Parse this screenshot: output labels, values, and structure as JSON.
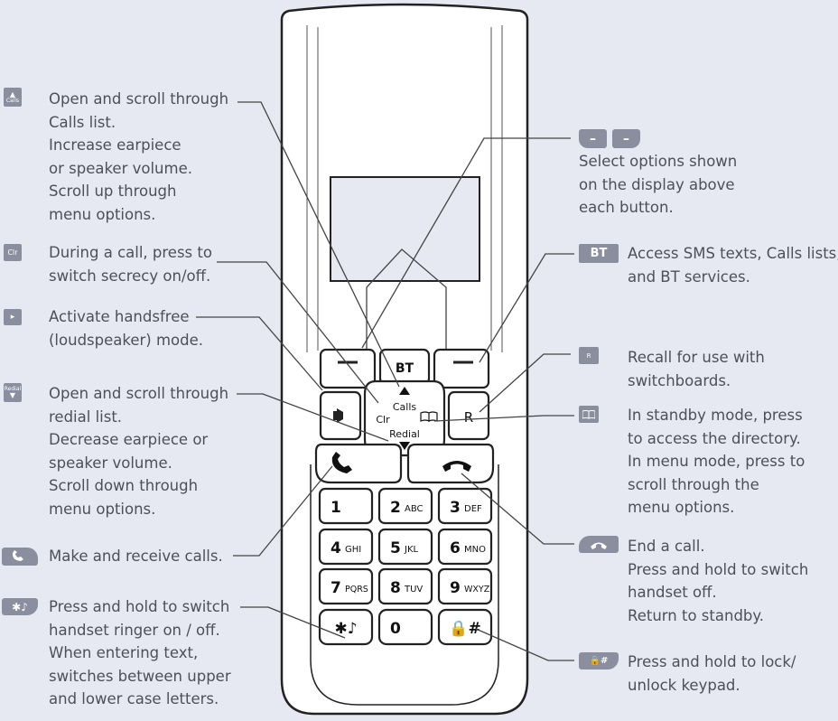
{
  "icons": {
    "calls_up": {
      "arrow": "▲",
      "label": "Calls"
    },
    "clr": "Clr",
    "handsfree": "▸",
    "redial_down": {
      "label": "Redial",
      "arrow": "▼"
    },
    "talk": "phone-icon",
    "star": "✱♪",
    "softkeys": [
      "–",
      "–"
    ],
    "bt": "BT",
    "recall": "R",
    "directory": "book-icon",
    "end": "hangup-icon",
    "lock": "🔒#"
  },
  "left_captions": {
    "calls": [
      "Open and scroll through",
      "Calls list.",
      "Increase earpiece",
      "or speaker volume.",
      "Scroll up through",
      "menu options."
    ],
    "secrecy": [
      "During a call, press to",
      "switch secrecy on/off."
    ],
    "handsfree": [
      "Activate handsfree",
      "(loudspeaker) mode."
    ],
    "redial": [
      "Open and scroll through",
      "redial list.",
      "Decrease earpiece or",
      "speaker volume.",
      "Scroll down through",
      "menu options."
    ],
    "talk": [
      "Make and receive calls."
    ],
    "ringer": [
      "Press and hold to switch",
      "handset ringer on / off.",
      "When entering text,",
      "switches between upper",
      "and lower case letters."
    ]
  },
  "right_captions": {
    "softkeys": [
      "Select options shown",
      "on the display above",
      "each button."
    ],
    "bt": [
      "Access SMS texts, Calls lists,",
      "and BT services."
    ],
    "recall": [
      "Recall for use with",
      "switchboards."
    ],
    "directory": [
      "In standby mode, press",
      "to access the directory.",
      "In menu mode, press to",
      "scroll through the",
      "menu options."
    ],
    "end": [
      "End a call.",
      "Press and hold to switch",
      "handset off.",
      "Return to standby."
    ],
    "lock": [
      "Press and hold to lock/",
      "unlock keypad."
    ]
  },
  "phone": {
    "bt_key": "BT",
    "recall_key": "R",
    "nav_up": "Calls",
    "nav_down": "Redial",
    "nav_left": "Clr",
    "keypad": [
      {
        "digit": "1",
        "letters": ""
      },
      {
        "digit": "2",
        "letters": "ABC"
      },
      {
        "digit": "3",
        "letters": "DEF"
      },
      {
        "digit": "4",
        "letters": "GHI"
      },
      {
        "digit": "5",
        "letters": "JKL"
      },
      {
        "digit": "6",
        "letters": "MNO"
      },
      {
        "digit": "7",
        "letters": "PQRS"
      },
      {
        "digit": "8",
        "letters": "TUV"
      },
      {
        "digit": "9",
        "letters": "WXYZ"
      },
      {
        "digit": "✱♪",
        "letters": ""
      },
      {
        "digit": "0",
        "letters": ""
      },
      {
        "digit": "🔒#",
        "letters": ""
      }
    ]
  }
}
